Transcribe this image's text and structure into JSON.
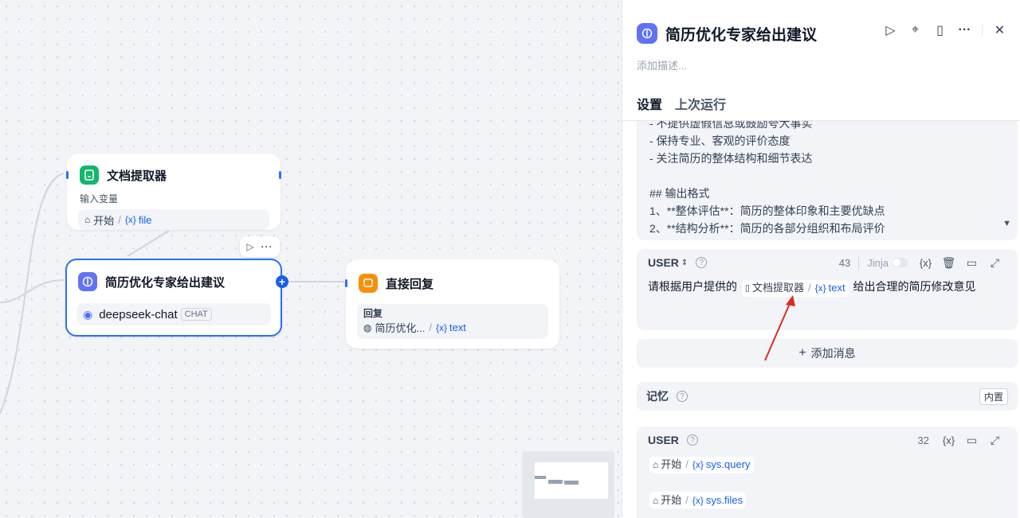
{
  "canvas": {
    "doc_node": {
      "title": "文档提取器",
      "input_label": "输入变量",
      "var_source": "开始",
      "var_name": "file"
    },
    "llm_node": {
      "title": "简历优化专家给出建议",
      "model": "deepseek-chat",
      "model_badge": "CHAT"
    },
    "answer_node": {
      "title": "直接回复",
      "label": "回复",
      "var_source": "简历优化...",
      "var_name": "text"
    }
  },
  "panel": {
    "title": "简历优化专家给出建议",
    "description_placeholder": "添加描述...",
    "tabs": [
      "设置",
      "上次运行"
    ],
    "system_lines": [
      "- 不提供虚假信息或鼓励夸大事实",
      "- 保持专业、客观的评价态度",
      "- 关注简历的整体结构和细节表达",
      "",
      "## 输出格式",
      "1、**整体评估**：简历的整体印象和主要优缺点",
      "2、**结构分析**：简历的各部分组织和布局评价"
    ],
    "user_card": {
      "role": "USER",
      "count": "43",
      "jinja": "Jinja",
      "text_before": "请根据用户提供的",
      "chip_source": "文档提取器",
      "chip_var": "text",
      "text_after": "给出合理的简历修改意见"
    },
    "add_message": "添加消息",
    "memory": {
      "label": "记忆",
      "badge": "内置"
    },
    "memory_user": {
      "role": "USER",
      "count": "32",
      "chip1_source": "开始",
      "chip1_var": "sys.query",
      "chip2_source": "开始",
      "chip2_var": "sys.files"
    }
  },
  "colors": {
    "accent": "#155eef",
    "doc_icon": "#12b76a",
    "llm_icon": "#6172f3",
    "answer_icon": "#f79009",
    "arrow": "#d92d20"
  }
}
